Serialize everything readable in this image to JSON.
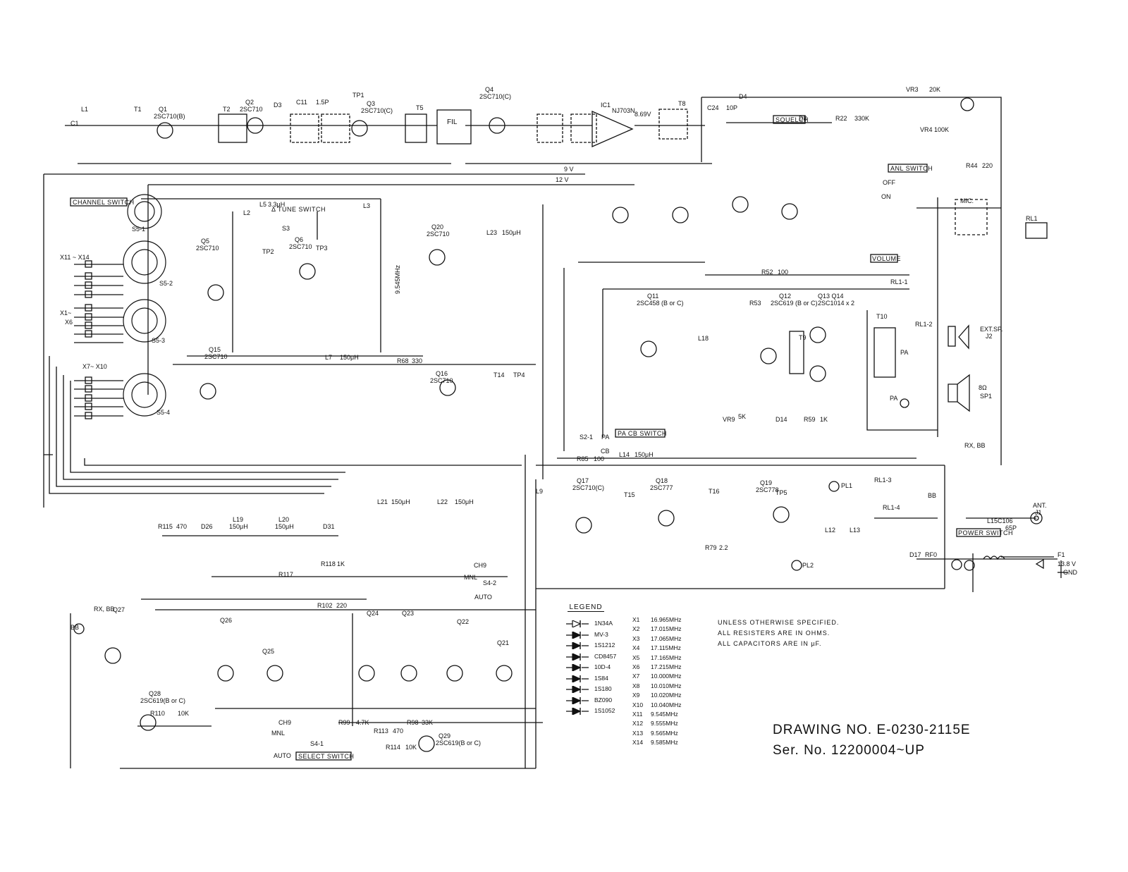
{
  "legend": {
    "title": "LEGEND",
    "items": [
      "1N34A",
      "MV-3",
      "1S1212",
      "CD8457",
      "10D-4",
      "1S84",
      "1S180",
      "BZ090",
      "1S1052"
    ]
  },
  "crystals": [
    {
      "id": "X1",
      "freq": "16.965MHz"
    },
    {
      "id": "X2",
      "freq": "17.015MHz"
    },
    {
      "id": "X3",
      "freq": "17.065MHz"
    },
    {
      "id": "X4",
      "freq": "17.115MHz"
    },
    {
      "id": "X5",
      "freq": "17.165MHz"
    },
    {
      "id": "X6",
      "freq": "17.215MHz"
    },
    {
      "id": "X7",
      "freq": "10.000MHz"
    },
    {
      "id": "X8",
      "freq": "10.010MHz"
    },
    {
      "id": "X9",
      "freq": "10.020MHz"
    },
    {
      "id": "X10",
      "freq": "10.040MHz"
    },
    {
      "id": "X11",
      "freq": "9.545MHz"
    },
    {
      "id": "X12",
      "freq": "9.555MHz"
    },
    {
      "id": "X13",
      "freq": "9.565MHz"
    },
    {
      "id": "X14",
      "freq": "9.585MHz"
    }
  ],
  "notes": [
    "UNLESS OTHERWISE SPECIFIED.",
    "ALL RESISTERS ARE IN OHMS.",
    "ALL CAPACITORS ARE IN µF."
  ],
  "drawing": {
    "number": "DRAWING NO. E-0230-2115E",
    "serial": "Ser. No. 12200004~UP"
  },
  "switch_labels": {
    "channel": "CHANNEL SWITCH",
    "select": "SELECT SWITCH",
    "pa_cb": "PA CB SWITCH",
    "squelch": "SQUELCH",
    "anl": "ANL SWITCH",
    "volume": "VOLUME",
    "power": "POWER SWITCH",
    "tune": "Δ TUNE SWITCH"
  },
  "components": {
    "filter": "FIL",
    "ic": "NJ703N",
    "ic_ref": "IC1",
    "mic": "MIC.",
    "antenna": "ANT.",
    "antenna_jack": "J1",
    "ext_sp": "EXT.SP.",
    "ext_sp_jack": "J2",
    "speaker": "SP1",
    "speaker_ohm": "8Ω",
    "pa_jack": "PA",
    "supply": "13.8 V",
    "gnd": "GND",
    "bb": "BB",
    "rx_bb": "RX, BB",
    "auto": "AUTO",
    "mnl": "MNL",
    "ch9": "CH9",
    "cb": "CB",
    "pa": "PA",
    "off": "OFF",
    "on": "ON"
  },
  "sample_refs": [
    {
      "id": "q1",
      "ref": "Q1",
      "part": "2SC710(B)"
    },
    {
      "id": "q2",
      "ref": "Q2",
      "part": "2SC710"
    },
    {
      "id": "q3",
      "ref": "Q3",
      "part": "2SC710(C)"
    },
    {
      "id": "q4",
      "ref": "Q4",
      "part": "2SC710(C)"
    },
    {
      "id": "q5",
      "ref": "Q5",
      "part": "2SC710"
    },
    {
      "id": "q6",
      "ref": "Q6",
      "part": "2SC710"
    },
    {
      "id": "q15",
      "ref": "Q15",
      "part": "2SC710"
    },
    {
      "id": "q20",
      "ref": "Q20",
      "part": "2SC710"
    },
    {
      "id": "q11",
      "ref": "Q11",
      "part": "2SC458 (B or C)"
    },
    {
      "id": "q12",
      "ref": "Q12",
      "part": "2SC619 (B or C)"
    },
    {
      "id": "q13",
      "ref": "Q13 Q14",
      "part": "2SC1014 x 2"
    },
    {
      "id": "q18",
      "ref": "Q18",
      "part": "2SC777"
    },
    {
      "id": "q19",
      "ref": "Q19",
      "part": "2SC778"
    }
  ],
  "voltages": {
    "v9": "9 V",
    "v12": "12 V",
    "v869": "8.69V"
  }
}
